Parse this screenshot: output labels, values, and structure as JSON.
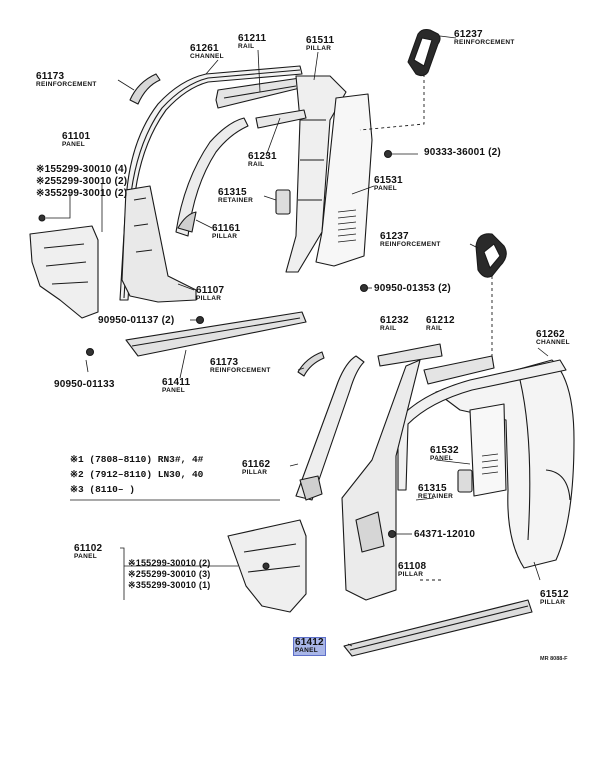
{
  "labels": [
    {
      "id": "p61237a",
      "num": "61237",
      "name": "REINFORCEMENT"
    },
    {
      "id": "p61261",
      "num": "61261",
      "name": "CHANNEL"
    },
    {
      "id": "p61211",
      "num": "61211",
      "name": "RAIL"
    },
    {
      "id": "p61511",
      "num": "61511",
      "name": "PILLAR"
    },
    {
      "id": "p61173a",
      "num": "61173",
      "name": "REINFORCEMENT"
    },
    {
      "id": "p61101",
      "num": "61101",
      "name": "PANEL"
    },
    {
      "id": "p61231",
      "num": "61231",
      "name": "RAIL"
    },
    {
      "id": "p61531",
      "num": "61531",
      "name": "PANEL"
    },
    {
      "id": "p61315a",
      "num": "61315",
      "name": "RETAINER"
    },
    {
      "id": "p61161",
      "num": "61161",
      "name": "PILLAR"
    },
    {
      "id": "p61237b",
      "num": "61237",
      "name": "REINFORCEMENT"
    },
    {
      "id": "p61107",
      "num": "61107",
      "name": "PILLAR"
    },
    {
      "id": "p61232",
      "num": "61232",
      "name": "RAIL"
    },
    {
      "id": "p61212",
      "num": "61212",
      "name": "RAIL"
    },
    {
      "id": "p61262",
      "num": "61262",
      "name": "CHANNEL"
    },
    {
      "id": "p61173b",
      "num": "61173",
      "name": "REINFORCEMENT"
    },
    {
      "id": "p61411",
      "num": "61411",
      "name": "PANEL"
    },
    {
      "id": "p61162",
      "num": "61162",
      "name": "PILLAR"
    },
    {
      "id": "p61532",
      "num": "61532",
      "name": "PANEL"
    },
    {
      "id": "p61315b",
      "num": "61315",
      "name": "RETAINER"
    },
    {
      "id": "p61102",
      "num": "61102",
      "name": "PANEL"
    },
    {
      "id": "p61108",
      "num": "61108",
      "name": "PILLAR"
    },
    {
      "id": "p61512",
      "num": "61512",
      "name": "PILLAR"
    },
    {
      "id": "p61412",
      "num": "61412",
      "name": "PANEL",
      "highlighted": true
    }
  ],
  "bolts": [
    {
      "id": "b1",
      "text": "90333-36001 (2)"
    },
    {
      "id": "b2",
      "text": "90950-01353 (2)"
    },
    {
      "id": "b3",
      "text": "90950-01137 (2)"
    },
    {
      "id": "b4",
      "text": "90950-01133"
    },
    {
      "id": "b5",
      "text": "64371-12010"
    }
  ],
  "sublists": {
    "p61101": [
      "※155299-30010 (4)",
      "※255299-30010 (2)",
      "※355299-30010 (2)"
    ],
    "p61102": [
      "※155299-30010 (2)",
      "※255299-30010 (3)",
      "※355299-30010 (1)"
    ]
  },
  "notes": [
    "※1 (7808–8110) RN3#, 4#",
    "※2 (7912–8110) LN30, 40",
    "※3 (8110–        )"
  ],
  "diagram_code": "MR 8088-F"
}
